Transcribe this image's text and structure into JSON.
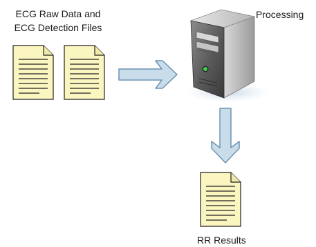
{
  "input": {
    "label_line1": "ECG Raw Data and",
    "label_line2": "ECG Detection Files"
  },
  "process": {
    "label": "Processing"
  },
  "output": {
    "label": "RR Results"
  },
  "colors": {
    "document_fill": "#fbf5c0",
    "document_stroke": "#222222",
    "arrow_fill": "#c9dcea",
    "arrow_stroke": "#6d93b3",
    "server_body": "#6f6f6f",
    "server_led": "#3ecf4f"
  },
  "icons": [
    "document-icon",
    "arrow-right-icon",
    "server-icon",
    "arrow-down-icon"
  ]
}
